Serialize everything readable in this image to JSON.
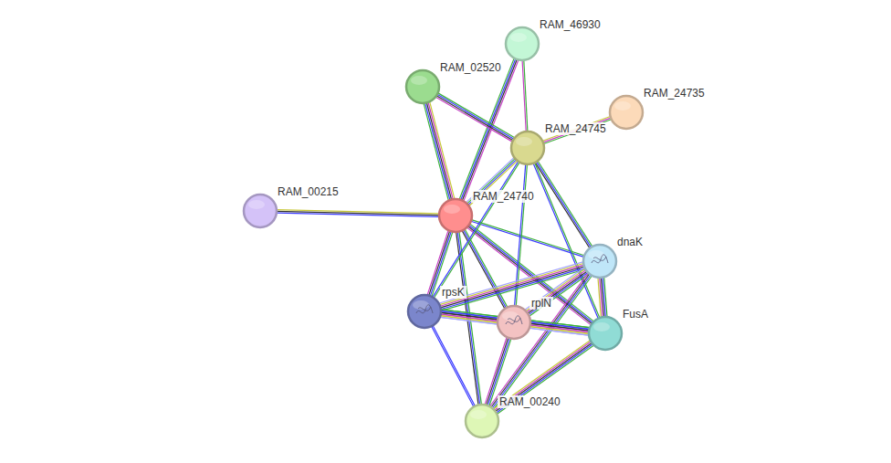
{
  "diagram": {
    "nodes": [
      {
        "text": [
          "RAM_46930"
        ]
      },
      {
        "text": [
          "RAM_02520"
        ]
      },
      {
        "text": [
          "RAM_24735"
        ]
      },
      {
        "text": [
          "RAM_24745"
        ]
      },
      {
        "text": [
          "RAM_00215"
        ]
      },
      {
        "text": [
          "RAM_24740"
        ]
      },
      {
        "text": [
          "dnaK"
        ]
      },
      {
        "text": [
          "rpsK"
        ]
      },
      {
        "text": [
          "rplN"
        ]
      },
      {
        "text": [
          "FusA"
        ]
      },
      {
        "text": [
          "RAM_00240"
        ]
      }
    ],
    "edges": [
      {
        "from": 5,
        "to": 4,
        "arrow": "none"
      },
      {
        "from": 5,
        "to": 1,
        "arrow": "none"
      },
      {
        "from": 5,
        "to": 0,
        "arrow": "none"
      },
      {
        "from": 5,
        "to": 3,
        "arrow": "none"
      },
      {
        "from": 5,
        "to": 6,
        "arrow": "none"
      },
      {
        "from": 5,
        "to": 7,
        "arrow": "none"
      },
      {
        "from": 5,
        "to": 8,
        "arrow": "none"
      },
      {
        "from": 5,
        "to": 9,
        "arrow": "none"
      },
      {
        "from": 5,
        "to": 10,
        "arrow": "none"
      },
      {
        "from": 1,
        "to": 3,
        "arrow": "none"
      },
      {
        "from": 0,
        "to": 3,
        "arrow": "none"
      },
      {
        "from": 2,
        "to": 3,
        "arrow": "none"
      },
      {
        "from": 3,
        "to": 6,
        "arrow": "none"
      },
      {
        "from": 3,
        "to": 9,
        "arrow": "none"
      },
      {
        "from": 3,
        "to": 8,
        "arrow": "none"
      },
      {
        "from": 3,
        "to": 7,
        "arrow": "none"
      },
      {
        "from": 6,
        "to": 7,
        "arrow": "none"
      },
      {
        "from": 6,
        "to": 8,
        "arrow": "none"
      },
      {
        "from": 6,
        "to": 9,
        "arrow": "none"
      },
      {
        "from": 6,
        "to": 10,
        "arrow": "none"
      },
      {
        "from": 7,
        "to": 8,
        "arrow": "none"
      },
      {
        "from": 7,
        "to": 9,
        "arrow": "none"
      },
      {
        "from": 7,
        "to": 10,
        "arrow": "none"
      },
      {
        "from": 8,
        "to": 9,
        "arrow": "none"
      },
      {
        "from": 8,
        "to": 10,
        "arrow": "none"
      },
      {
        "from": 9,
        "to": 10,
        "arrow": "none"
      }
    ]
  }
}
